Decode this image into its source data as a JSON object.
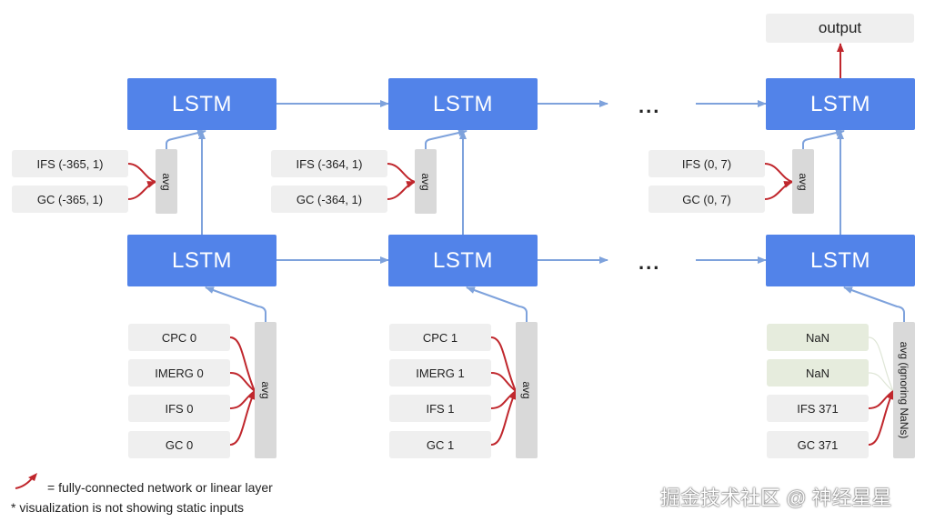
{
  "lstm_label": "LSTM",
  "output_label": "output",
  "ellipsis": "...",
  "top_row": [
    {
      "inputs": [
        "IFS (-365, 1)",
        "GC (-365, 1)"
      ],
      "avg": "avg"
    },
    {
      "inputs": [
        "IFS (-364, 1)",
        "GC (-364, 1)"
      ],
      "avg": "avg"
    },
    {
      "inputs": [
        "IFS (0, 7)",
        "GC (0, 7)"
      ],
      "avg": "avg"
    }
  ],
  "bottom_row": [
    {
      "inputs": [
        "CPC 0",
        "IMERG 0",
        "IFS 0",
        "GC 0"
      ],
      "avg": "avg"
    },
    {
      "inputs": [
        "CPC 1",
        "IMERG 1",
        "IFS 1",
        "GC 1"
      ],
      "avg": "avg"
    },
    {
      "inputs": [
        "NaN",
        "NaN",
        "IFS 371",
        "GC 371"
      ],
      "avg": "avg (ignoring NaNs)"
    }
  ],
  "legend": {
    "fc_text": "=   fully-connected network or linear layer",
    "note": "* visualization is not showing static inputs"
  },
  "watermark": "掘金技术社区 @ 神经星星",
  "colors": {
    "lstm": "#5283e9",
    "arrow_blue": "#7ea2dc",
    "arrow_red": "#c0272d",
    "nan_box": "#e6ecdd"
  }
}
